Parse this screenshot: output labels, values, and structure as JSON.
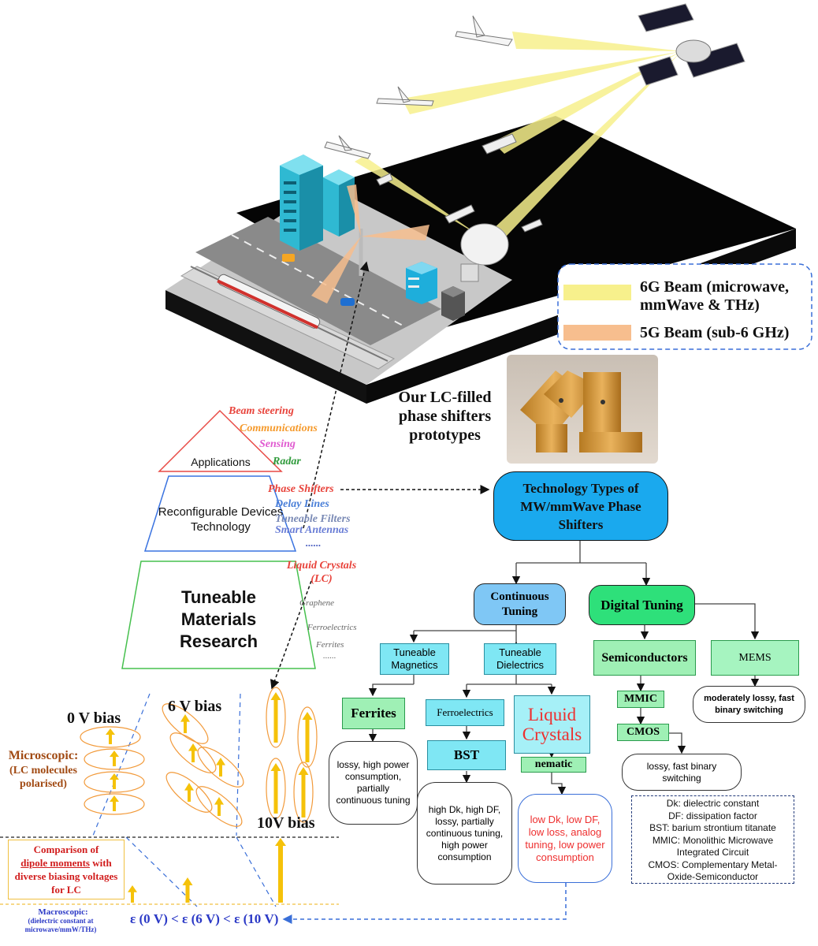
{
  "scene": {
    "legend": {
      "beam_6g": "6G Beam (microwave, mmWave & THz)",
      "beam_5g": "5G Beam (sub-6 GHz)",
      "color_6g": "#f7f08c",
      "color_5g": "#f7be8e"
    }
  },
  "prototype": {
    "caption": "Our LC-filled phase shifters prototypes"
  },
  "pyramid": {
    "applications": {
      "label": "Applications",
      "items": [
        {
          "text": "Beam steering",
          "color": "#e8433b"
        },
        {
          "text": "Communications",
          "color": "#f59a2c"
        },
        {
          "text": "Sensing",
          "color": "#e05ad0"
        },
        {
          "text": "Radar",
          "color": "#2e9a3a"
        }
      ]
    },
    "devices": {
      "label": "Reconfigurable Devices Technology",
      "items": [
        {
          "text": "Phase Shifters",
          "color": "#e8433b"
        },
        {
          "text": "Delay Lines",
          "color": "#4a7fd8"
        },
        {
          "text": "Tuneable Filters",
          "color": "#7a8ab5"
        },
        {
          "text": "Smart Antennas",
          "color": "#6a7ed6"
        },
        {
          "text": "......",
          "color": "#4a5fc0"
        }
      ]
    },
    "materials": {
      "label": "Tuneable Materials Research",
      "items": [
        {
          "text": "Liquid Crystals (LC)",
          "color": "#e8433b"
        },
        {
          "text": "Graphene",
          "color": "#666666"
        },
        {
          "text": "Ferroelectrics",
          "color": "#666666"
        },
        {
          "text": "Ferrites",
          "color": "#666666"
        },
        {
          "text": "......",
          "color": "#666666"
        }
      ]
    }
  },
  "tree": {
    "root": "Technology Types of MW/mmWave Phase Shifters",
    "continuous": "Continuous Tuning",
    "digital": "Digital Tuning",
    "tuneable_magnetics": "Tuneable Magnetics",
    "tuneable_dielectrics": "Tuneable Dielectrics",
    "semiconductors": "Semiconductors",
    "mems": "MEMS",
    "ferrites": "Ferrites",
    "ferroelectrics": "Ferroelectrics",
    "liquid_crystals": "Liquid Crystals",
    "bst": "BST",
    "nematic": "nematic",
    "mmic": "MMIC",
    "cmos": "CMOS",
    "ferrites_note": "lossy, high power consumption, partially continuous tuning",
    "bst_note": "high Dk, high DF, lossy, partially continuous tuning, high power consumption",
    "lc_note": "low Dk, low DF, low loss, analog tuning, low power consumption",
    "cmos_note": "lossy, fast binary switching",
    "mems_note": "moderately lossy, fast binary switching"
  },
  "glossary": [
    "Dk: dielectric constant",
    "DF: dissipation factor",
    "BST: barium strontium titanate",
    "MMIC: Monolithic Microwave Integrated Circuit",
    "CMOS: Complementary Metal-Oxide-Semiconductor"
  ],
  "lc_panel": {
    "bias_0": "0 V bias",
    "bias_6": "6 V bias",
    "bias_10": "10V bias",
    "microscopic": "Microscopic:",
    "microscopic_sub": "(LC molecules polarised)",
    "comparison_pre": "Comparison of",
    "comparison_underlined": "dipole moments",
    "comparison_post": "with diverse biasing voltages for LC",
    "macroscopic": "Macroscopic:",
    "macroscopic_sub": "(dielectric constant at microwave/mmW/THz)",
    "epsilon": "ε (0 V) < ε (6 V) < ε (10 V)",
    "arrow_color": "#f5c20a"
  }
}
